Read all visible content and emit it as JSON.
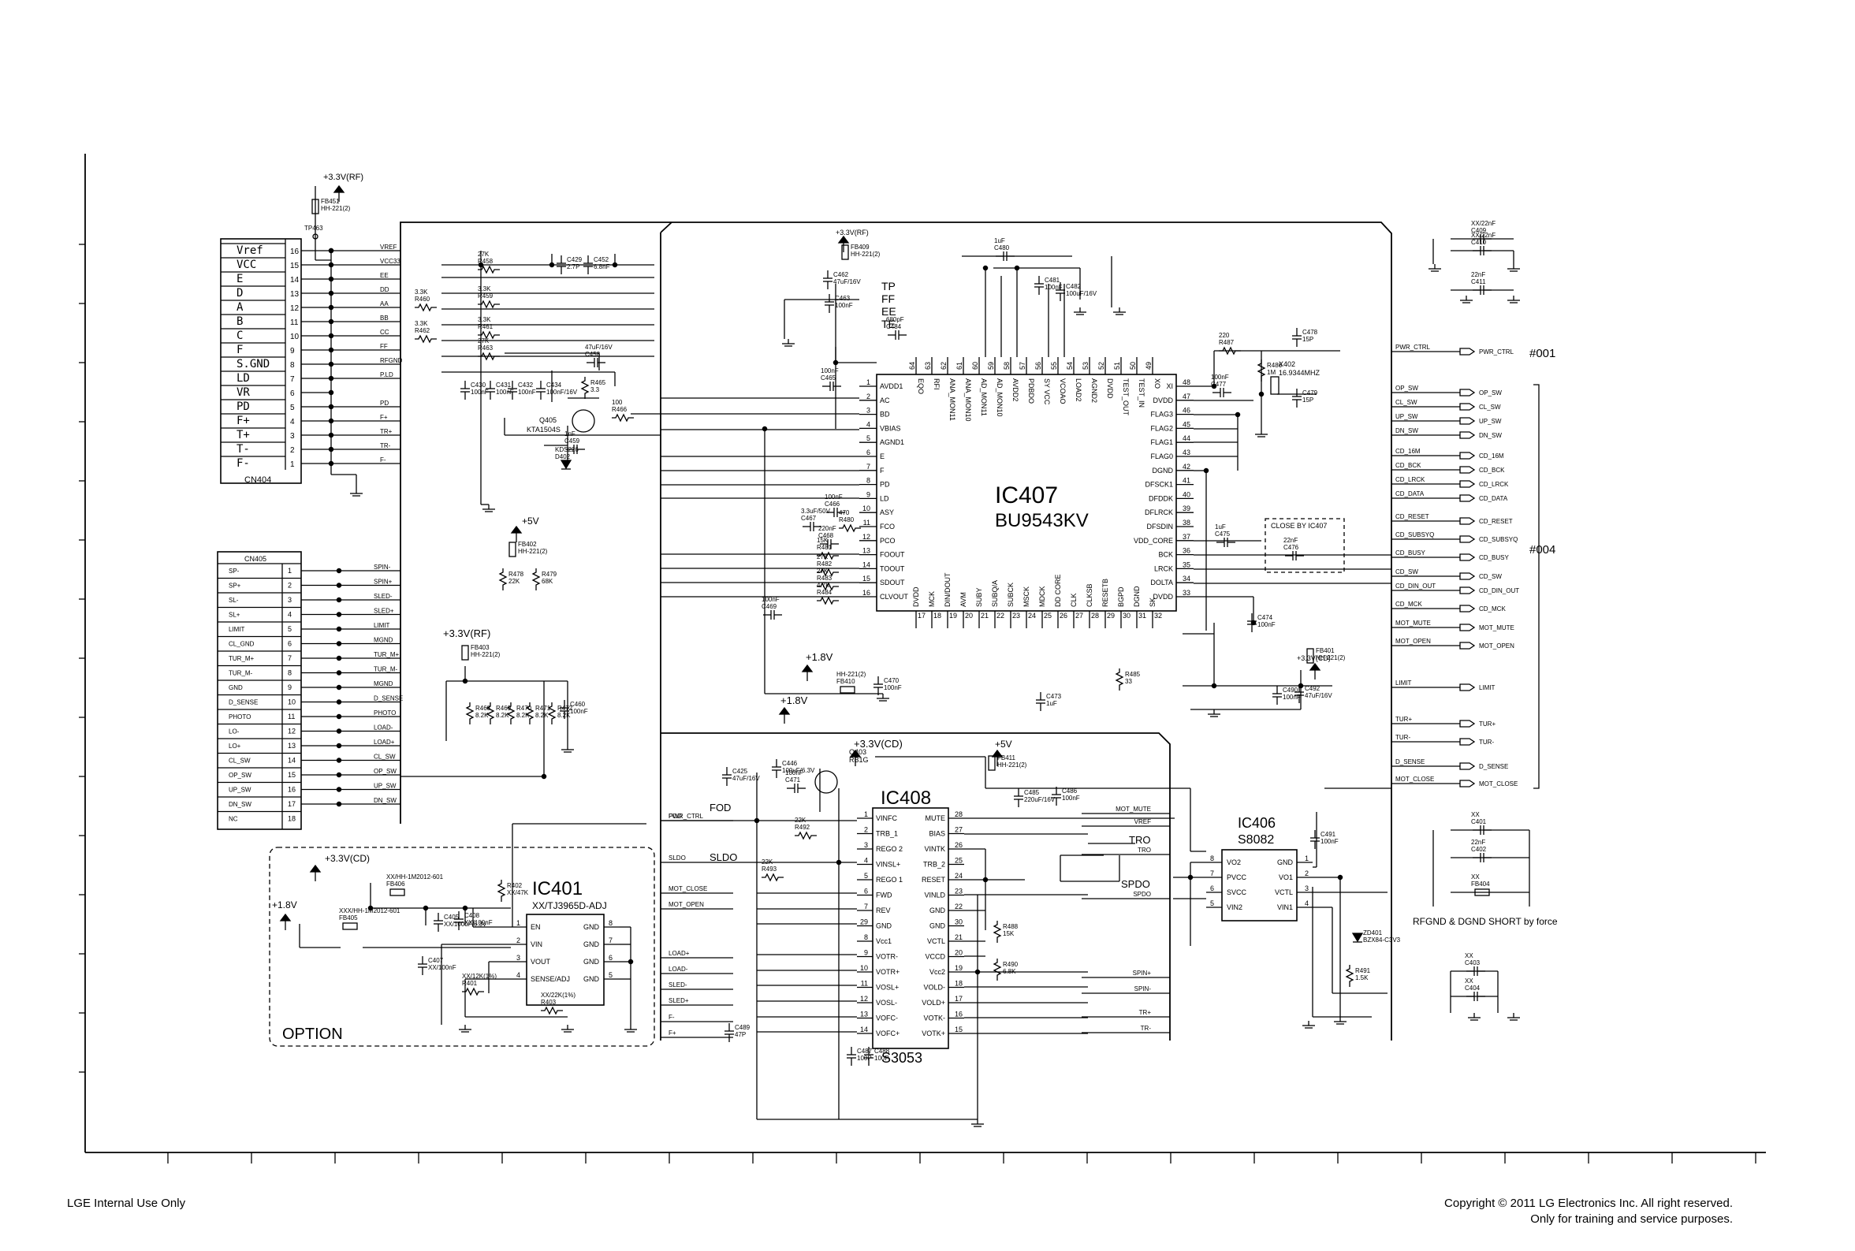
{
  "footer": {
    "left": "LGE Internal Use Only",
    "right_line1": "Copyright © 2011 LG Electronics Inc. All right reserved.",
    "right_line2": "Only for training and service purposes."
  },
  "ic407": {
    "ref": "IC407",
    "part": "BU9543KV",
    "left_pins": [
      {
        "n": "1",
        "s": "AVDD1"
      },
      {
        "n": "2",
        "s": "AC"
      },
      {
        "n": "3",
        "s": "BD"
      },
      {
        "n": "4",
        "s": "VBIAS"
      },
      {
        "n": "5",
        "s": "AGND1"
      },
      {
        "n": "6",
        "s": "E"
      },
      {
        "n": "7",
        "s": "F"
      },
      {
        "n": "8",
        "s": "PD"
      },
      {
        "n": "9",
        "s": "LD"
      },
      {
        "n": "10",
        "s": "ASY"
      },
      {
        "n": "11",
        "s": "FCO"
      },
      {
        "n": "12",
        "s": "PCO"
      },
      {
        "n": "13",
        "s": "FOOUT"
      },
      {
        "n": "14",
        "s": "TOOUT"
      },
      {
        "n": "15",
        "s": "SDOUT"
      },
      {
        "n": "16",
        "s": "CLVOUT"
      }
    ],
    "right_pins": [
      {
        "n": "48",
        "s": "XI"
      },
      {
        "n": "47",
        "s": "DVDD"
      },
      {
        "n": "46",
        "s": "FLAG3"
      },
      {
        "n": "45",
        "s": "FLAG2"
      },
      {
        "n": "44",
        "s": "FLAG1"
      },
      {
        "n": "43",
        "s": "FLAG0"
      },
      {
        "n": "42",
        "s": "DGND"
      },
      {
        "n": "41",
        "s": "DFSCK1"
      },
      {
        "n": "40",
        "s": "DFDDK"
      },
      {
        "n": "39",
        "s": "DFLRCK"
      },
      {
        "n": "38",
        "s": "DFSDIN"
      },
      {
        "n": "37",
        "s": "VDD_CORE"
      },
      {
        "n": "36",
        "s": "BCK"
      },
      {
        "n": "35",
        "s": "LRCK"
      },
      {
        "n": "34",
        "s": "DOLTA"
      },
      {
        "n": "33",
        "s": "DVDD"
      }
    ],
    "top_pins": [
      {
        "n": "64",
        "s": "EQO"
      },
      {
        "n": "63",
        "s": "RFI"
      },
      {
        "n": "62",
        "s": "ANA_MON11"
      },
      {
        "n": "61",
        "s": "ANA_MON10"
      },
      {
        "n": "60",
        "s": "AD_MON11"
      },
      {
        "n": "59",
        "s": "AD_MON10"
      },
      {
        "n": "58",
        "s": "AVDD2"
      },
      {
        "n": "57",
        "s": "PDBDO"
      },
      {
        "n": "56",
        "s": "SY VCC"
      },
      {
        "n": "55",
        "s": "VCOAO"
      },
      {
        "n": "54",
        "s": "LOAD2"
      },
      {
        "n": "53",
        "s": "AGND2"
      },
      {
        "n": "52",
        "s": "DVDD"
      },
      {
        "n": "51",
        "s": "TEST_OUT"
      },
      {
        "n": "50",
        "s": "TEST_IN"
      },
      {
        "n": "49",
        "s": "XO"
      }
    ],
    "bottom_pins": [
      {
        "n": "17",
        "s": "DVDD"
      },
      {
        "n": "18",
        "s": "MCK"
      },
      {
        "n": "19",
        "s": "DIN/DOUT"
      },
      {
        "n": "20",
        "s": "AVM"
      },
      {
        "n": "21",
        "s": "SUBY"
      },
      {
        "n": "22",
        "s": "SUBQ/A"
      },
      {
        "n": "23",
        "s": "SUBCK"
      },
      {
        "n": "24",
        "s": "MSCK"
      },
      {
        "n": "25",
        "s": "MDCK"
      },
      {
        "n": "26",
        "s": "DD CORE"
      },
      {
        "n": "27",
        "s": "CLK"
      },
      {
        "n": "28",
        "s": "CLKSB"
      },
      {
        "n": "29",
        "s": "RESETB"
      },
      {
        "n": "30",
        "s": "BGPD"
      },
      {
        "n": "31",
        "s": "DGND"
      },
      {
        "n": "32",
        "s": "SK"
      }
    ]
  },
  "ic408": {
    "ref": "IC408",
    "part": "S3053",
    "left_pins": [
      {
        "n": "1",
        "s": "VINFC"
      },
      {
        "n": "2",
        "s": "TRB_1"
      },
      {
        "n": "3",
        "s": "REGO 2"
      },
      {
        "n": "4",
        "s": "VINSL+"
      },
      {
        "n": "5",
        "s": "REGO 1"
      },
      {
        "n": "6",
        "s": "FWD"
      },
      {
        "n": "7",
        "s": "REV"
      },
      {
        "n": "29",
        "s": "GND"
      },
      {
        "n": "8",
        "s": "Vcc1"
      },
      {
        "n": "9",
        "s": "VOTR-"
      },
      {
        "n": "10",
        "s": "VOTR+"
      },
      {
        "n": "11",
        "s": "VOSL+"
      },
      {
        "n": "12",
        "s": "VOSL-"
      },
      {
        "n": "13",
        "s": "VOFC-"
      },
      {
        "n": "14",
        "s": "VOFC+"
      }
    ],
    "right_pins": [
      {
        "n": "28",
        "s": "MUTE"
      },
      {
        "n": "27",
        "s": "BIAS"
      },
      {
        "n": "26",
        "s": "VINTK"
      },
      {
        "n": "25",
        "s": "TRB_2"
      },
      {
        "n": "24",
        "s": "RESET"
      },
      {
        "n": "23",
        "s": "VINLD"
      },
      {
        "n": "22",
        "s": "GND"
      },
      {
        "n": "30",
        "s": "GND"
      },
      {
        "n": "21",
        "s": "VCTL"
      },
      {
        "n": "20",
        "s": "VCCD"
      },
      {
        "n": "19",
        "s": "Vcc2"
      },
      {
        "n": "18",
        "s": "VOLD-"
      },
      {
        "n": "17",
        "s": "VOLD+"
      },
      {
        "n": "16",
        "s": "VOTK-"
      },
      {
        "n": "15",
        "s": "VOTK+"
      }
    ]
  },
  "ic401": {
    "ref": "IC401",
    "part": "XX/TJ3965D-ADJ",
    "left_pins": [
      {
        "n": "1",
        "s": "EN"
      },
      {
        "n": "2",
        "s": "VIN"
      },
      {
        "n": "3",
        "s": "VOUT"
      },
      {
        "n": "4",
        "s": "SENSE/ADJ"
      }
    ],
    "right_pins": [
      {
        "n": "8",
        "s": "GND"
      },
      {
        "n": "7",
        "s": "GND"
      },
      {
        "n": "6",
        "s": "GND"
      },
      {
        "n": "5",
        "s": "GND"
      }
    ]
  },
  "ic406": {
    "ref": "IC406",
    "part": "S8082",
    "left_pins": [
      {
        "n": "8",
        "s": "VO2"
      },
      {
        "n": "7",
        "s": "PVCC"
      },
      {
        "n": "6",
        "s": "SVCC"
      },
      {
        "n": "5",
        "s": "VIN2"
      }
    ],
    "right_pins": [
      {
        "n": "1",
        "s": "GND"
      },
      {
        "n": "2",
        "s": "VO1"
      },
      {
        "n": "3",
        "s": "VCTL"
      },
      {
        "n": "4",
        "s": "VIN1"
      }
    ]
  },
  "cn404": {
    "ref": "CN404",
    "pins": [
      {
        "n": "16",
        "s": "Vref"
      },
      {
        "n": "15",
        "s": "VCC"
      },
      {
        "n": "14",
        "s": "E"
      },
      {
        "n": "13",
        "s": "D"
      },
      {
        "n": "12",
        "s": "A"
      },
      {
        "n": "11",
        "s": "B"
      },
      {
        "n": "10",
        "s": "C"
      },
      {
        "n": "9",
        "s": "F"
      },
      {
        "n": "8",
        "s": "S.GND"
      },
      {
        "n": "7",
        "s": "LD"
      },
      {
        "n": "6",
        "s": "VR"
      },
      {
        "n": "5",
        "s": "PD"
      },
      {
        "n": "4",
        "s": "F+"
      },
      {
        "n": "3",
        "s": "T+"
      },
      {
        "n": "2",
        "s": "T-"
      },
      {
        "n": "1",
        "s": "F-"
      }
    ]
  },
  "cn405": {
    "ref": "CN405",
    "pins": [
      {
        "n": "1",
        "s": "SP-"
      },
      {
        "n": "2",
        "s": "SP+"
      },
      {
        "n": "3",
        "s": "SL-"
      },
      {
        "n": "4",
        "s": "SL+"
      },
      {
        "n": "5",
        "s": "LIMIT"
      },
      {
        "n": "6",
        "s": "CL_GND"
      },
      {
        "n": "7",
        "s": "TUR_M+"
      },
      {
        "n": "8",
        "s": "TUR_M-"
      },
      {
        "n": "9",
        "s": "GND"
      },
      {
        "n": "10",
        "s": "D_SENSE"
      },
      {
        "n": "11",
        "s": "PHOTO"
      },
      {
        "n": "12",
        "s": "LO-"
      },
      {
        "n": "13",
        "s": "LO+"
      },
      {
        "n": "14",
        "s": "CL_SW"
      },
      {
        "n": "15",
        "s": "OP_SW"
      },
      {
        "n": "16",
        "s": "UP_SW"
      },
      {
        "n": "17",
        "s": "DN_SW"
      },
      {
        "n": "18",
        "s": "NC"
      }
    ]
  },
  "rails": {
    "rf1": "+3.3V(RF)",
    "rf2": "+3.3V(RF)",
    "rf3": "+3.3V(RF)",
    "cd1": "+3.3V(CD)",
    "cd2": "+3.3V(CD)",
    "cd3": "+3.3V(CD)",
    "p5v1": "+5V",
    "p5v2": "+5V",
    "p18a": "+1.8V",
    "p18b": "+1.8V",
    "p18c": "+1.8V"
  },
  "labels": {
    "option": "OPTION",
    "note001": "#001",
    "note004": "#004",
    "close_by": "CLOSE BY IC407",
    "short_note": "RFGND & DGND SHORT by force",
    "x402": "X402",
    "x402_val": "16.9344MHZ",
    "q405": "Q405",
    "q405_val": "KTA1504S",
    "q403": "Q403",
    "q403_val": "RB1G",
    "tp_tp": "TP",
    "tp_ff": "FF",
    "tp_ee": "EE",
    "tp_te": "TE",
    "tp_fod": "FOD",
    "tp_sldo": "SLDO",
    "tp_tro": "TRO",
    "tp_spdo": "SPDO"
  },
  "cn404_nets": [
    "VREF",
    "VCC33",
    "EE",
    "DD",
    "AA",
    "BB",
    "CC",
    "FF",
    "RFGND",
    "P.LD",
    "",
    "PD",
    "F+",
    "TR+",
    "TR-",
    "F-"
  ],
  "cn405_nets": [
    "SPIN-",
    "SPIN+",
    "SLED-",
    "SLED+",
    "LIMIT",
    "MGND",
    "TUR_M+",
    "TUR_M-",
    "MGND",
    "D_SENSE",
    "PHOTO",
    "LOAD-",
    "LOAD+",
    "CL_SW",
    "OP_SW",
    "UP_SW",
    "DN_SW"
  ],
  "right_signals": [
    "PWR_CTRL",
    "OP_SW",
    "CL_SW",
    "UP_SW",
    "DN_SW",
    "CD_16M",
    "CD_BCK",
    "CD_LRCK",
    "CD_DATA",
    "CD_RESET",
    "CD_SUBSYQ",
    "CD_BUSY",
    "CD_SW",
    "CD_DIN_OUT",
    "CD_MCK",
    "MOT_MUTE",
    "MOT_OPEN",
    "LIMIT",
    "TUR+",
    "TUR-",
    "D_SENSE",
    "MOT_CLOSE"
  ],
  "driver_left_nets": [
    "PWR_CTRL",
    "FOD",
    "SLDO",
    "MOT_CLOSE",
    "MOT_OPEN",
    "LOAD+",
    "LOAD-",
    "SLED-",
    "SLED+",
    "F-",
    "F+"
  ],
  "driver_right_nets": [
    "MOT_MUTE",
    "VREF",
    "TRO",
    "SPDO",
    "SPIN+",
    "SPIN-",
    "TR+",
    "TR-"
  ],
  "comps": [
    {
      "t": "FB451",
      "v": "HH-221(2)"
    },
    {
      "t": "TP463",
      "v": ""
    },
    {
      "t": "C429",
      "v": "2.7P"
    },
    {
      "t": "C452",
      "v": "6.8nF"
    },
    {
      "t": "R458",
      "v": "27K"
    },
    {
      "t": "R460",
      "v": "3.3K"
    },
    {
      "t": "R459",
      "v": "3.3K"
    },
    {
      "t": "R462",
      "v": "3.3K"
    },
    {
      "t": "R461",
      "v": "3.3K"
    },
    {
      "t": "R463",
      "v": "27K"
    },
    {
      "t": "C430",
      "v": "100nF"
    },
    {
      "t": "C431",
      "v": "100nF"
    },
    {
      "t": "C432",
      "v": "100nF"
    },
    {
      "t": "C434",
      "v": "100nF/16V"
    },
    {
      "t": "C458",
      "v": "47uF/16V"
    },
    {
      "t": "R465",
      "v": "3.3"
    },
    {
      "t": "R466",
      "v": "100"
    },
    {
      "t": "C459",
      "v": "1nF"
    },
    {
      "t": "D402",
      "v": "KDS226"
    },
    {
      "t": "FB402",
      "v": "HH-221(2)"
    },
    {
      "t": "R478",
      "v": "22K"
    },
    {
      "t": "R479",
      "v": "68K"
    },
    {
      "t": "FB409",
      "v": "HH-221(2)"
    },
    {
      "t": "C462",
      "v": "47uF/16V"
    },
    {
      "t": "C463",
      "v": "100nF"
    },
    {
      "t": "C480",
      "v": "1uF"
    },
    {
      "t": "C481",
      "v": "100nF"
    },
    {
      "t": "C482",
      "v": "100uF/16V"
    },
    {
      "t": "C484",
      "v": "680pF"
    },
    {
      "t": "C465",
      "v": "100nF"
    },
    {
      "t": "C466",
      "v": "100nF"
    },
    {
      "t": "C467",
      "v": "3.3uF/50V"
    },
    {
      "t": "C468",
      "v": "220nF"
    },
    {
      "t": "R480",
      "v": "470"
    },
    {
      "t": "R481",
      "v": "15K"
    },
    {
      "t": "R482",
      "v": "27K"
    },
    {
      "t": "R483",
      "v": "27K"
    },
    {
      "t": "R484",
      "v": "4.7K"
    },
    {
      "t": "C469",
      "v": "100nF"
    },
    {
      "t": "R487",
      "v": "220"
    },
    {
      "t": "R486",
      "v": "1M"
    },
    {
      "t": "C478",
      "v": "15P"
    },
    {
      "t": "C479",
      "v": "15P"
    },
    {
      "t": "C477",
      "v": "100nF"
    },
    {
      "t": "C475",
      "v": "1uF"
    },
    {
      "t": "C476",
      "v": "22nF"
    },
    {
      "t": "C474",
      "v": "100nF"
    },
    {
      "t": "FB401",
      "v": "HH-221(2)"
    },
    {
      "t": "C490",
      "v": "100nF"
    },
    {
      "t": "C492",
      "v": "47uF/16V"
    },
    {
      "t": "C470",
      "v": "100nF"
    },
    {
      "t": "C473",
      "v": "1uF"
    },
    {
      "t": "R485",
      "v": "33"
    },
    {
      "t": "FB410",
      "v": "HH-221(2)"
    },
    {
      "t": "FB403",
      "v": "HH-221(2)"
    },
    {
      "t": "R468",
      "v": "8.2K"
    },
    {
      "t": "R469",
      "v": "8.2K"
    },
    {
      "t": "R470",
      "v": "8.2K"
    },
    {
      "t": "R471",
      "v": "8.2K"
    },
    {
      "t": "R472",
      "v": "8.2K"
    },
    {
      "t": "C460",
      "v": "100nF"
    },
    {
      "t": "FB406",
      "v": "XX/HH-1M2012-601"
    },
    {
      "t": "FB405",
      "v": "XXX/HH-1M2012-601"
    },
    {
      "t": "C405",
      "v": "XX/100uF/6.3V"
    },
    {
      "t": "C408",
      "v": "XX/100nF"
    },
    {
      "t": "C407",
      "v": "XX/100nF"
    },
    {
      "t": "R402",
      "v": "XX/47K"
    },
    {
      "t": "R401",
      "v": "XX/12K(1%)"
    },
    {
      "t": "R403",
      "v": "XX/22K(1%)"
    },
    {
      "t": "C446",
      "v": "100uF/6.3V"
    },
    {
      "t": "C471",
      "v": "100nF"
    },
    {
      "t": "C425",
      "v": "47uF/16V"
    },
    {
      "t": "R493",
      "v": "22K"
    },
    {
      "t": "R492",
      "v": "22K"
    },
    {
      "t": "C487",
      "v": "100P"
    },
    {
      "t": "C488",
      "v": "100P"
    },
    {
      "t": "C489",
      "v": "47P"
    },
    {
      "t": "FB411",
      "v": "HH-221(2)"
    },
    {
      "t": "C485",
      "v": "220uF/16V"
    },
    {
      "t": "C486",
      "v": "100nF"
    },
    {
      "t": "R488",
      "v": "15K"
    },
    {
      "t": "R490",
      "v": "6.8K"
    },
    {
      "t": "C491",
      "v": "100nF"
    },
    {
      "t": "ZD401",
      "v": "BZX84-C3V3"
    },
    {
      "t": "R491",
      "v": "1.5K"
    },
    {
      "t": "C409",
      "v": "XX/22nF"
    },
    {
      "t": "C410",
      "v": "XX/22nF"
    },
    {
      "t": "C411",
      "v": "22nF"
    },
    {
      "t": "C401",
      "v": "XX"
    },
    {
      "t": "C402",
      "v": "22nF"
    },
    {
      "t": "FB404",
      "v": "XX"
    },
    {
      "t": "C403",
      "v": "XX"
    },
    {
      "t": "C404",
      "v": "XX"
    }
  ]
}
